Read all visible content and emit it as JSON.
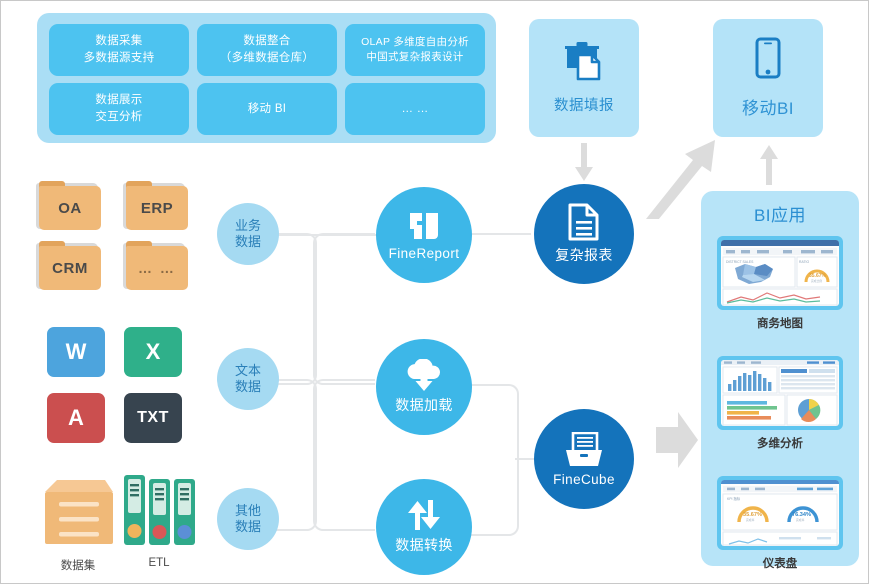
{
  "capabilities": {
    "cells": [
      {
        "l1": "数据采集",
        "l2": "多数据源支持"
      },
      {
        "l1": "数据整合",
        "l2": "（多维数据仓库）"
      },
      {
        "l1": "OLAP 多维度自由分析",
        "l2": "中国式复杂报表设计"
      },
      {
        "l1": "数据展示",
        "l2": "交互分析"
      },
      {
        "l1": "移动 BI",
        "l2": ""
      },
      {
        "l1": "… …",
        "l2": ""
      }
    ]
  },
  "top_cards": [
    {
      "name": "data-entry",
      "label": "数据填报",
      "icon": "clipboard-document-icon"
    },
    {
      "name": "mobile-bi",
      "label": "移动BI",
      "icon": "smartphone-icon"
    }
  ],
  "sources": {
    "folders": [
      {
        "label": "OA"
      },
      {
        "label": "ERP"
      },
      {
        "label": "CRM"
      },
      {
        "label": "… …"
      }
    ],
    "files": [
      {
        "label": "W",
        "color": "#4da4dd"
      },
      {
        "label": "X",
        "color": "#2fb08a"
      },
      {
        "label": "A",
        "color": "#cb4f4f"
      },
      {
        "label": "TXT",
        "color": "#37444f"
      }
    ],
    "bottom": [
      {
        "label": "数据集",
        "icon": "database-drawer-icon"
      },
      {
        "label": "ETL",
        "icon": "binders-icon"
      }
    ]
  },
  "data_types": [
    {
      "l1": "业务",
      "l2": "数据"
    },
    {
      "l1": "文本",
      "l2": "数据"
    },
    {
      "l1": "其他",
      "l2": "数据"
    }
  ],
  "process_nodes": [
    {
      "label": "FineReport",
      "icon": "finereport-logo-icon",
      "style": "en"
    },
    {
      "label": "数据加载",
      "icon": "cloud-download-icon",
      "style": "cn"
    },
    {
      "label": "数据转换",
      "icon": "transform-arrows-icon",
      "style": "cn"
    }
  ],
  "engine_nodes": [
    {
      "label": "复杂报表",
      "icon": "document-lines-icon"
    },
    {
      "label": "FineCube",
      "icon": "cube-tray-icon"
    }
  ],
  "bi_panel": {
    "title": "BI应用",
    "items": [
      {
        "caption": "商务地图",
        "kind": "map-dashboard"
      },
      {
        "caption": "多维分析",
        "kind": "analysis-dashboard"
      },
      {
        "caption": "仪表盘",
        "kind": "gauge-dashboard"
      }
    ]
  },
  "colors": {
    "panel_light": "#aadef5",
    "cell_blue": "#4dc3f0",
    "circle_light": "#a5daf2",
    "circle_mid": "#3db7e8",
    "circle_dark": "#1473bb",
    "folder": "#f0b978",
    "connector": "#e4e6e8",
    "arrow": "#dcdcdc"
  }
}
